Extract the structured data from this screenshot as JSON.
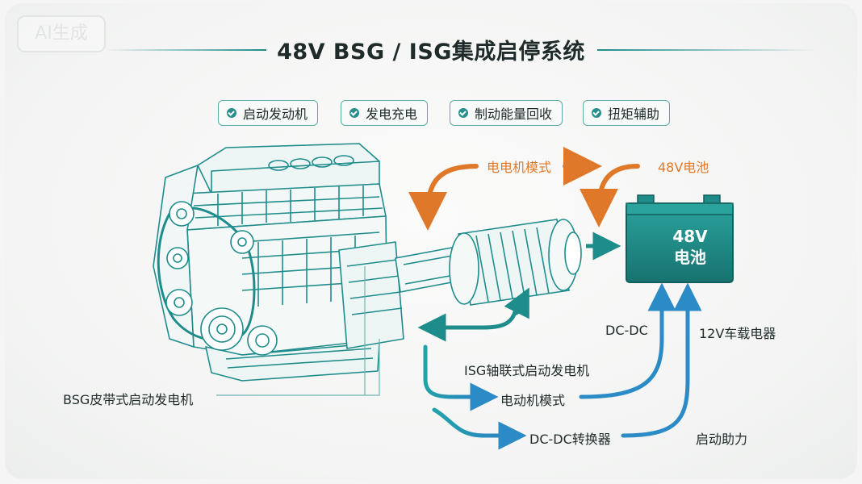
{
  "watermark": "AI生成",
  "title": "48V BSG / ISG集成启停系统",
  "features": [
    {
      "icon": "check-circle-icon",
      "label": "启动发动机"
    },
    {
      "icon": "check-circle-icon",
      "label": "发电充电"
    },
    {
      "icon": "check-circle-icon",
      "label": "制动能量回收"
    },
    {
      "icon": "check-circle-icon",
      "label": "扭矩辅助"
    }
  ],
  "labels": {
    "motor_mode_top": "电电机模式",
    "battery_48v_top": "48V电池",
    "battery_text_line1": "48V",
    "battery_text_line2": "电池",
    "dc_dc": "DC-DC",
    "vehicle_12v": "12V车载电器",
    "isg": "ISG轴联式启动发电机",
    "motor_mode": "电动机模式",
    "bsg": "BSG皮带式启动发电机",
    "dc_dc_converter": "DC-DC转换器",
    "start_assist": "启动助力"
  },
  "colors": {
    "teal": "#1f8c8c",
    "orange": "#e0782a",
    "blue": "#2b8bc6",
    "battery": "#1f8a86"
  }
}
